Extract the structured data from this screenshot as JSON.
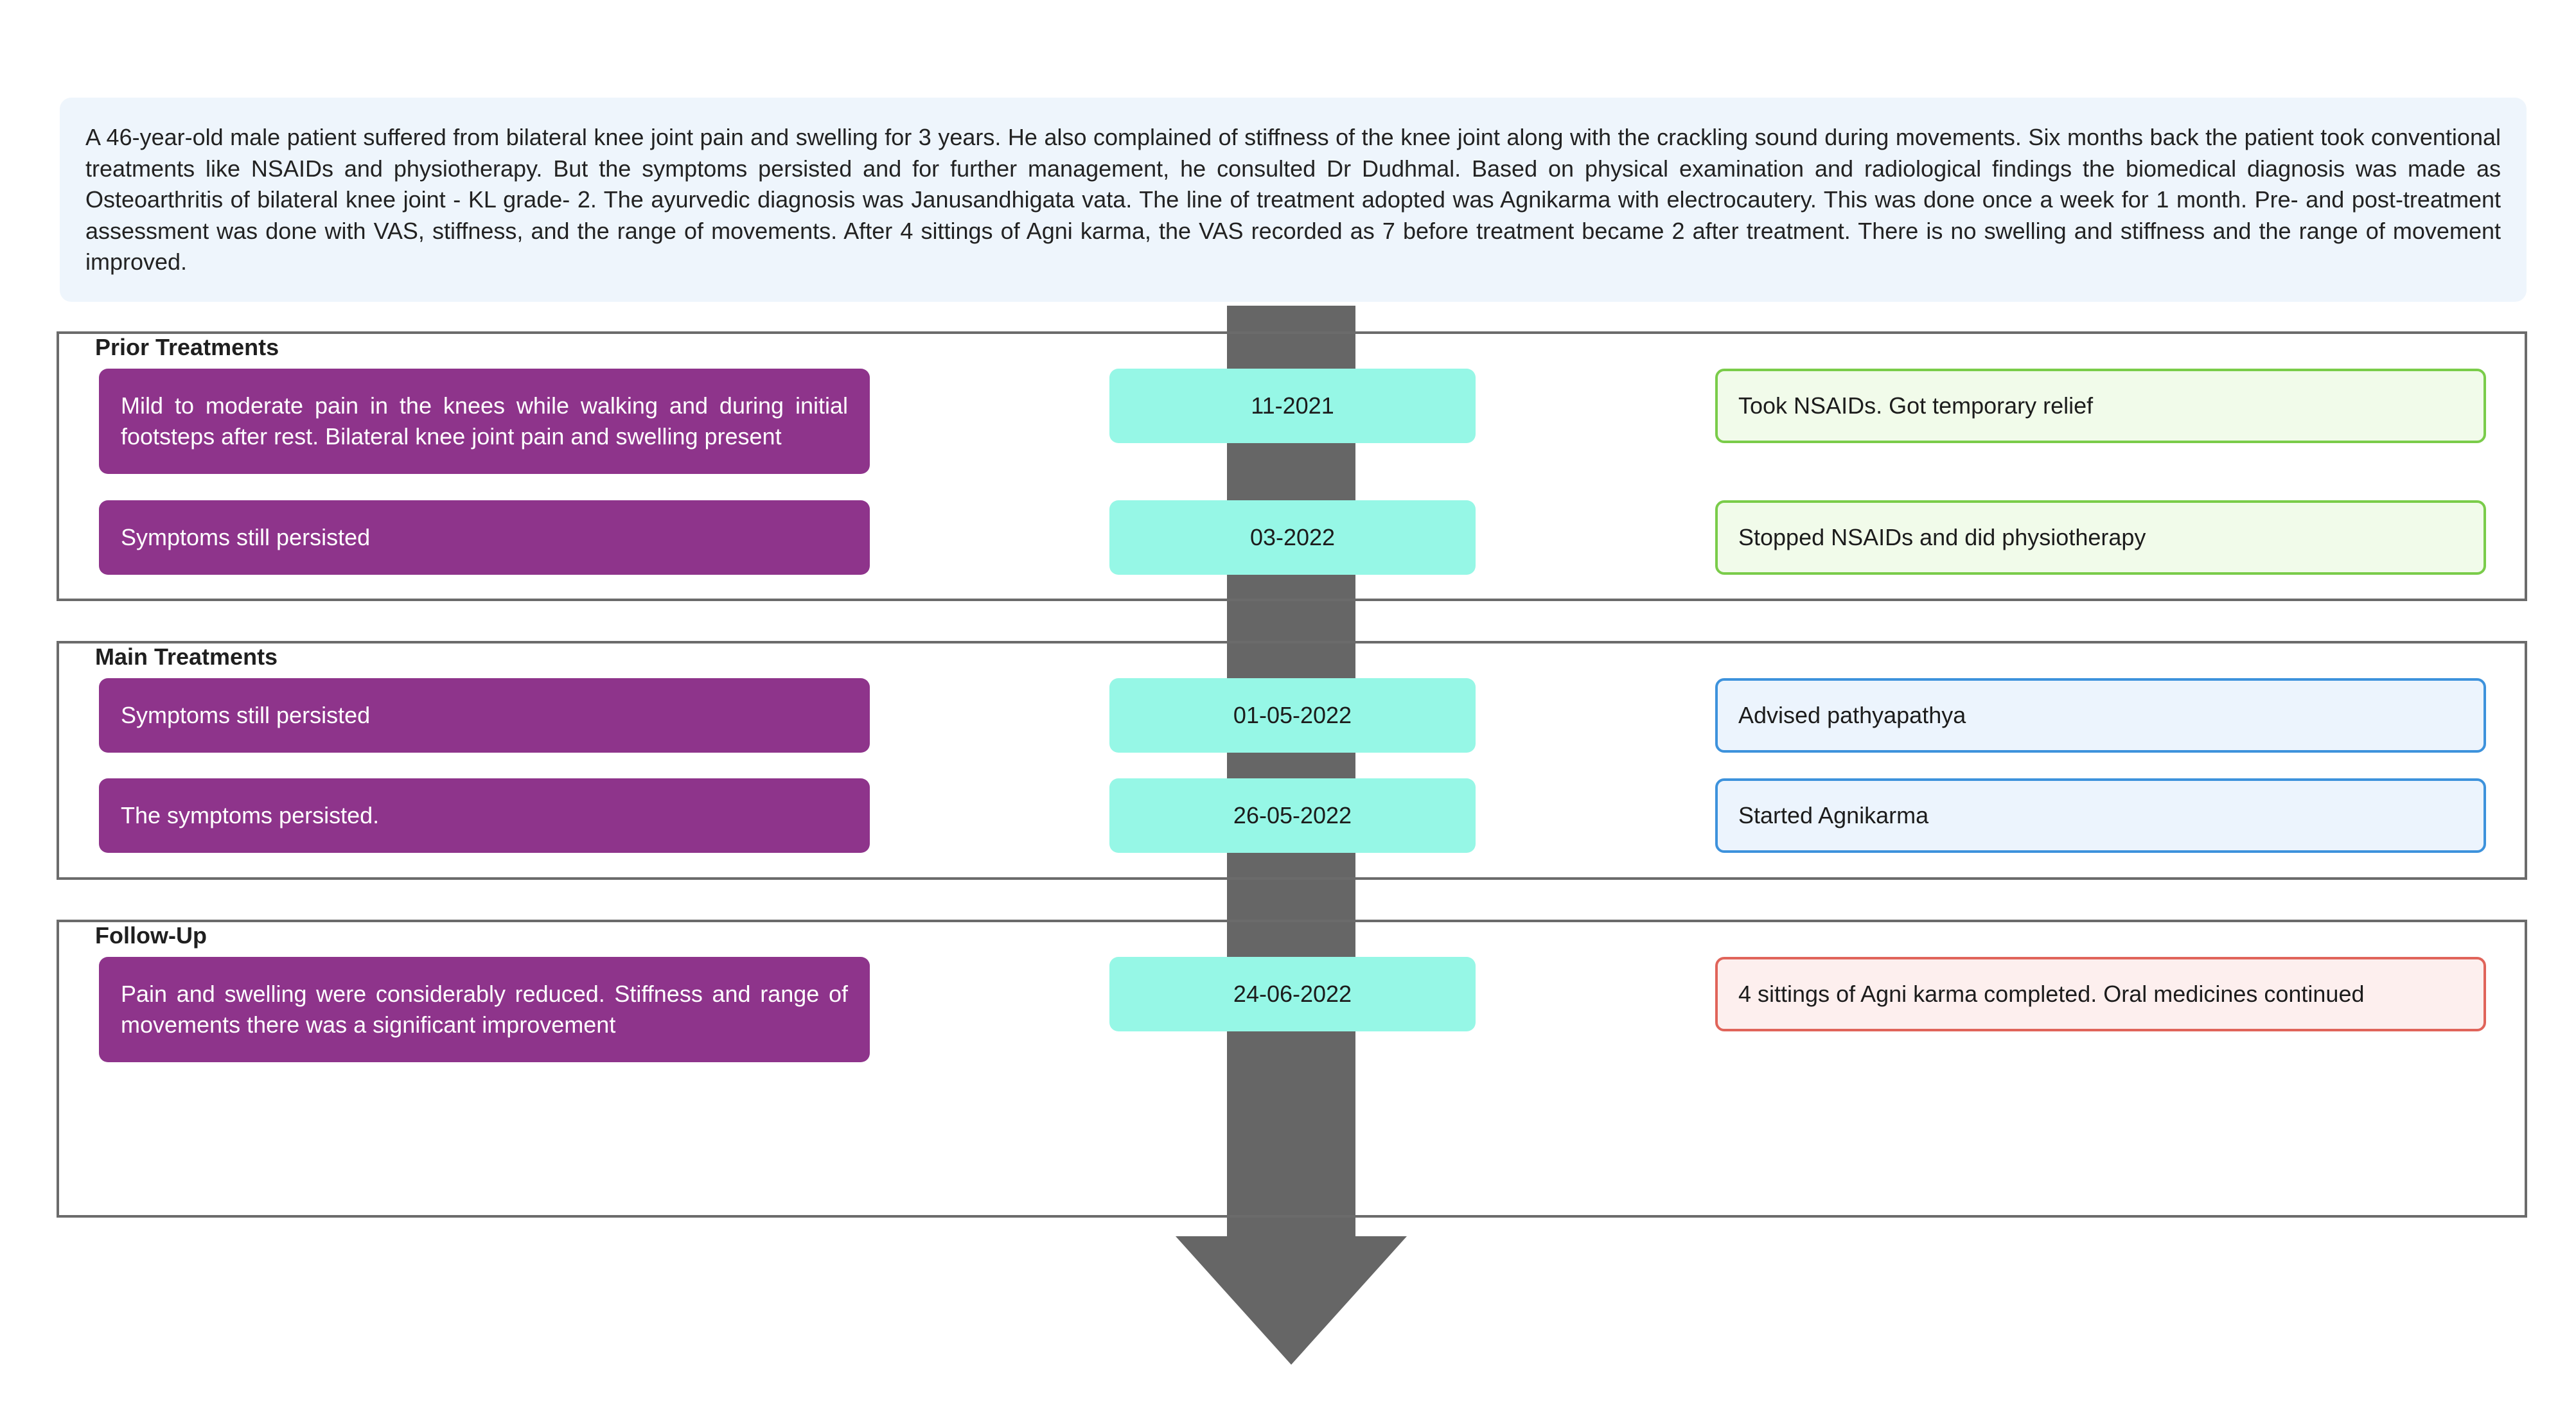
{
  "summary": "A 46-year-old male patient suffered from bilateral knee joint pain and swelling for 3 years. He also complained of stiffness of the knee joint along with the crackling sound during movements. Six months back the patient took conventional treatments like NSAIDs and physiotherapy. But the symptoms persisted and for further management, he consulted Dr Dudhmal. Based on physical examination and radiological findings the biomedical diagnosis was made as Osteoarthritis of bilateral knee joint - KL grade- 2. The ayurvedic diagnosis was Janusandhigata vata. The line of treatment adopted was Agnikarma with electrocautery. This was done once a week for 1 month. Pre- and post-treatment assessment was done with VAS, stiffness, and the range of movements. After 4 sittings of Agni karma, the VAS recorded as 7 before treatment became 2 after treatment. There is no swelling and stiffness and the range of movement improved.",
  "colors": {
    "summary_bg": "#eef5fc",
    "finding_bg": "#8e348b",
    "date_bg": "#96f7e6",
    "arrow": "#666666",
    "prior_action_bg": "#f1fbea",
    "prior_action_border": "#7acc4a",
    "main_action_bg": "#ecf4fd",
    "main_action_border": "#3d92dc",
    "followup_action_bg": "#fdefee",
    "followup_action_border": "#e0645a"
  },
  "sections": {
    "prior": {
      "title": "Prior Treatments",
      "events": [
        {
          "finding": "Mild to moderate pain in the knees while walking and during initial footsteps after rest. Bilateral knee joint pain and swelling present",
          "date": "11-2021",
          "action": "Took NSAIDs. Got temporary relief"
        },
        {
          "finding": "Symptoms still persisted",
          "date": "03-2022",
          "action": "Stopped NSAIDs and did physiotherapy"
        }
      ]
    },
    "main": {
      "title": "Main Treatments",
      "events": [
        {
          "finding": "Symptoms still persisted",
          "date": "01-05-2022",
          "action": "Advised pathyapathya"
        },
        {
          "finding": "The symptoms persisted.",
          "date": "26-05-2022",
          "action": "Started Agnikarma"
        }
      ]
    },
    "followup": {
      "title": "Follow-Up",
      "events": [
        {
          "finding": "Pain and swelling were considerably reduced. Stiffness and range of movements there was a significant improvement",
          "date": "24-06-2022",
          "action": "4 sittings of Agni karma completed. Oral medicines continued"
        }
      ]
    }
  }
}
